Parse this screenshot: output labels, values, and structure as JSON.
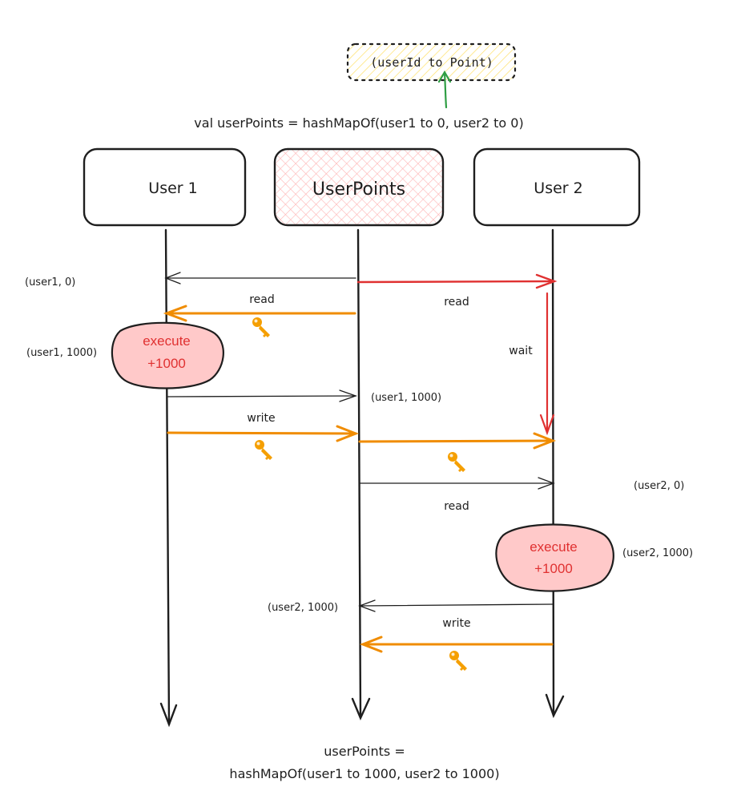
{
  "type_note_label": "(userId to Point)",
  "init_code": "val userPoints = hashMapOf(user1 to 0, user2 to 0)",
  "lanes": {
    "user1": "User 1",
    "user_points": "UserPoints",
    "user2": "User 2"
  },
  "messages": {
    "user1_read": "read",
    "user2_read_1": "read",
    "user2_wait": "wait",
    "user1_write": "write",
    "user2_read_2": "read",
    "user2_write": "write"
  },
  "values": {
    "user1_initial": "(user1, 0)",
    "user1_after_exec": "(user1, 1000)",
    "user1_written": "(user1, 1000)",
    "user2_initial": "(user2, 0)",
    "user2_after_exec": "(user2, 1000)",
    "user2_written": "(user2, 1000)"
  },
  "executions": {
    "user1": [
      "execute",
      "+1000"
    ],
    "user2": [
      "execute",
      "+1000"
    ]
  },
  "result": {
    "line1": "userPoints =",
    "line2": "hashMapOf(user1 to 1000, user2 to 1000)"
  },
  "colors": {
    "lock_arrow": "#f08c00",
    "conflict_arrow": "#e03131",
    "note_arrow": "#2f9e44",
    "execute_fill": "#ffc9c9",
    "execute_text": "#e03131",
    "lane_hatch": "#ffc9c9",
    "note_hatch": "#ffec99",
    "stroke": "#1e1e1e",
    "key": "#f59f00"
  },
  "icons": {
    "key": "key-icon"
  }
}
